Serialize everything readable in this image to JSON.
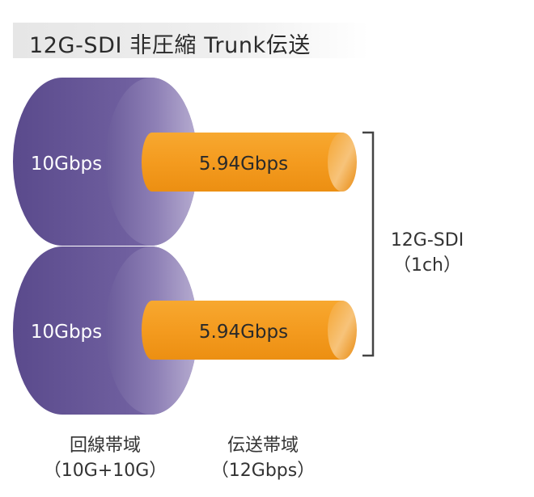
{
  "title": "12G-SDI 非圧縮 Trunk伝送",
  "upper_line_label": "10Gbps",
  "lower_line_label": "10Gbps",
  "upper_stream_label": "5.94Gbps",
  "lower_stream_label": "5.94Gbps",
  "bracket_label_line1": "12G-SDI",
  "bracket_label_line2": "（1ch）",
  "caption_line_band_title": "回線帯域",
  "caption_line_band_value": "（10G+10G）",
  "caption_transmission_band_title": "伝送帯域",
  "caption_transmission_band_value": "（12Gbps）",
  "colors": {
    "line_cylinder": "#6b5a9c",
    "stream_pipe": "#f39a1e",
    "bracket": "#444444"
  }
}
